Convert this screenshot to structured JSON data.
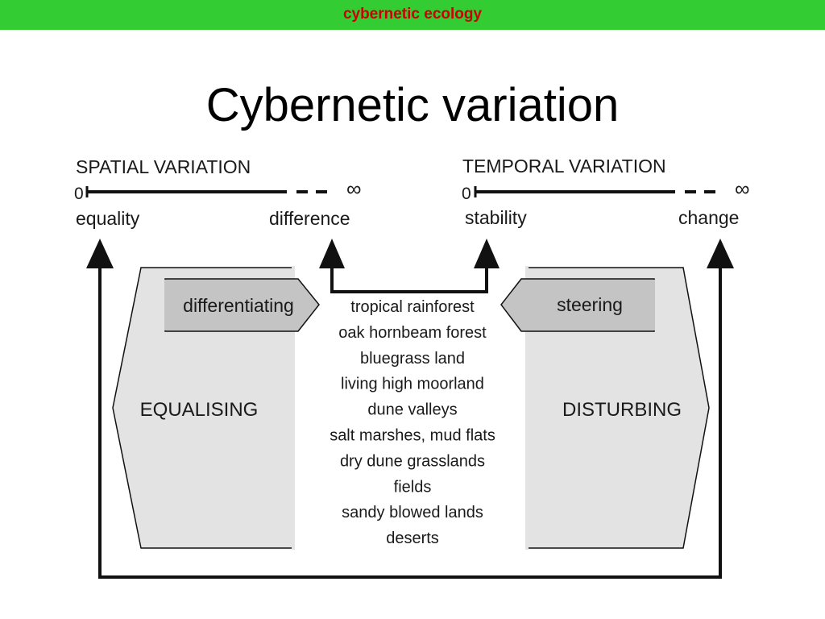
{
  "header": {
    "label": "cybernetic ecology",
    "bar_color": "#33cc33",
    "text_color": "#cc0000"
  },
  "slide": {
    "title": "Cybernetic variation"
  },
  "diagram": {
    "spatial": {
      "heading": "SPATIAL VARIATION",
      "zero": "0",
      "infinity": "∞",
      "left_label": "equality",
      "right_label": "difference"
    },
    "temporal": {
      "heading": "TEMPORAL VARIATION",
      "zero": "0",
      "infinity": "∞",
      "left_label": "stability",
      "right_label": "change"
    },
    "left_process": "differentiating",
    "right_process": "steering",
    "left_block": "EQUALISING",
    "right_block": "DISTURBING",
    "ecosystems": [
      "tropical rainforest",
      "oak hornbeam forest",
      "bluegrass land",
      "living high moorland",
      "dune valleys",
      "salt marshes, mud flats",
      "dry dune grasslands",
      "fields",
      "sandy blowed lands",
      "deserts"
    ],
    "colors": {
      "block_fill": "#e3e3e3",
      "process_fill": "#c4c4c4",
      "line": "#111111"
    }
  }
}
